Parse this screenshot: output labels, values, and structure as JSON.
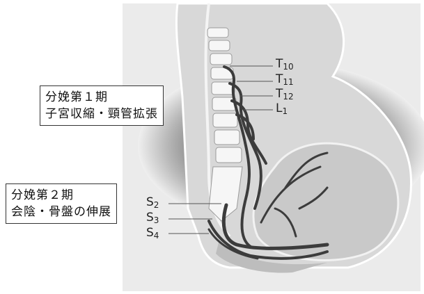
{
  "callouts": {
    "stage1": {
      "line1": "分娩第１期",
      "line2": "子宮収縮・頸管拡張"
    },
    "stage2": {
      "line1": "分娩第２期",
      "line2": "会陰・骨盤の伸展"
    }
  },
  "segments": {
    "t10": {
      "letter": "T",
      "num": "10"
    },
    "t11": {
      "letter": "T",
      "num": "11"
    },
    "t12": {
      "letter": "T",
      "num": "12"
    },
    "l1": {
      "letter": "L",
      "num": "1"
    },
    "s2": {
      "letter": "S",
      "num": "2"
    },
    "s3": {
      "letter": "S",
      "num": "3"
    },
    "s4": {
      "letter": "S",
      "num": "4"
    }
  },
  "colors": {
    "nerve": "#3c3c3c",
    "body": "#d9d9d9",
    "halo": "#5a5a5a"
  }
}
